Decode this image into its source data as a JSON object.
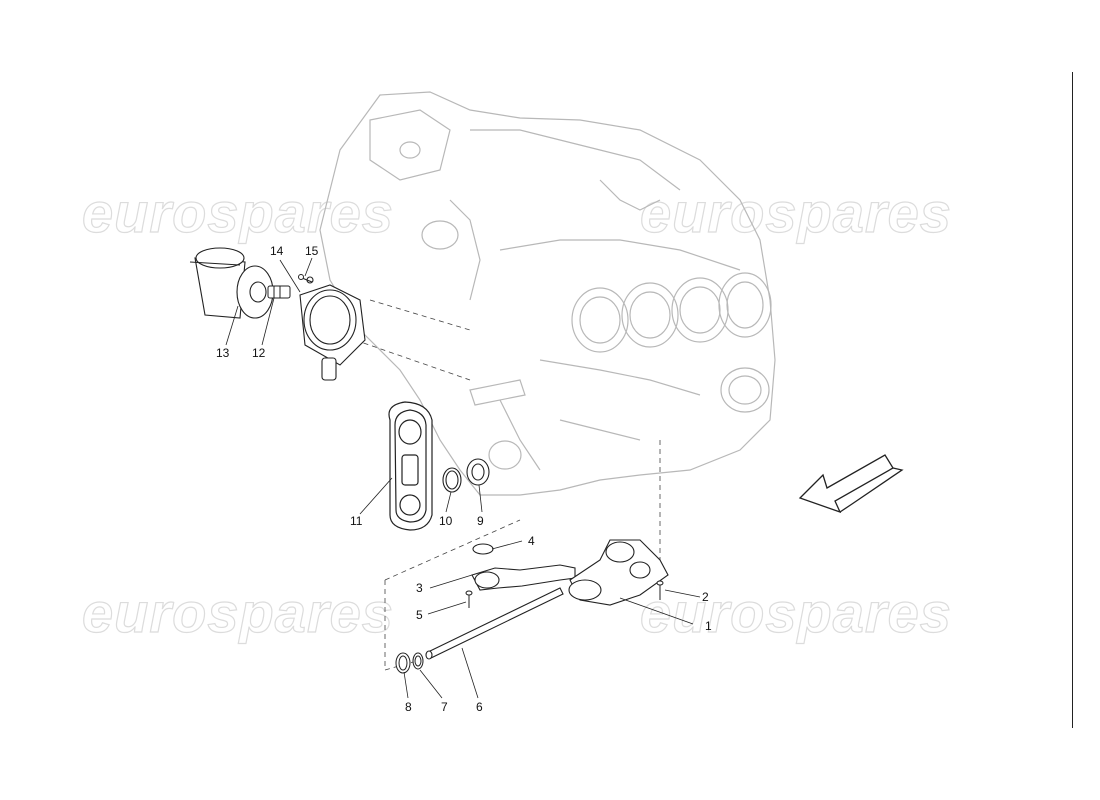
{
  "watermark": {
    "text": "eurospares",
    "color": "#dcdcdc"
  },
  "callouts": [
    {
      "id": "1",
      "label": "1"
    },
    {
      "id": "2",
      "label": "2"
    },
    {
      "id": "3",
      "label": "3"
    },
    {
      "id": "4",
      "label": "4"
    },
    {
      "id": "5",
      "label": "5"
    },
    {
      "id": "6",
      "label": "6"
    },
    {
      "id": "7",
      "label": "7"
    },
    {
      "id": "8",
      "label": "8"
    },
    {
      "id": "9",
      "label": "9"
    },
    {
      "id": "10",
      "label": "10"
    },
    {
      "id": "11",
      "label": "11"
    },
    {
      "id": "12",
      "label": "12"
    },
    {
      "id": "13",
      "label": "13"
    },
    {
      "id": "14",
      "label": "14"
    },
    {
      "id": "15",
      "label": "15"
    }
  ],
  "colors": {
    "line": "#222222",
    "engine_outline": "#b8b8b8",
    "background": "#ffffff"
  }
}
